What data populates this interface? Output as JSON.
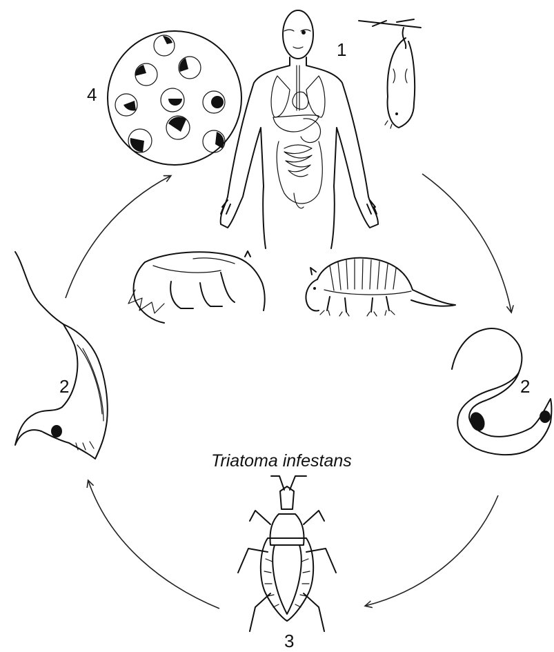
{
  "labels": {
    "stage_1": "1",
    "stage_2_left": "2",
    "stage_2_right": "2",
    "stage_3": "3",
    "stage_4": "4",
    "vector_species": "Triatoma infestans"
  }
}
